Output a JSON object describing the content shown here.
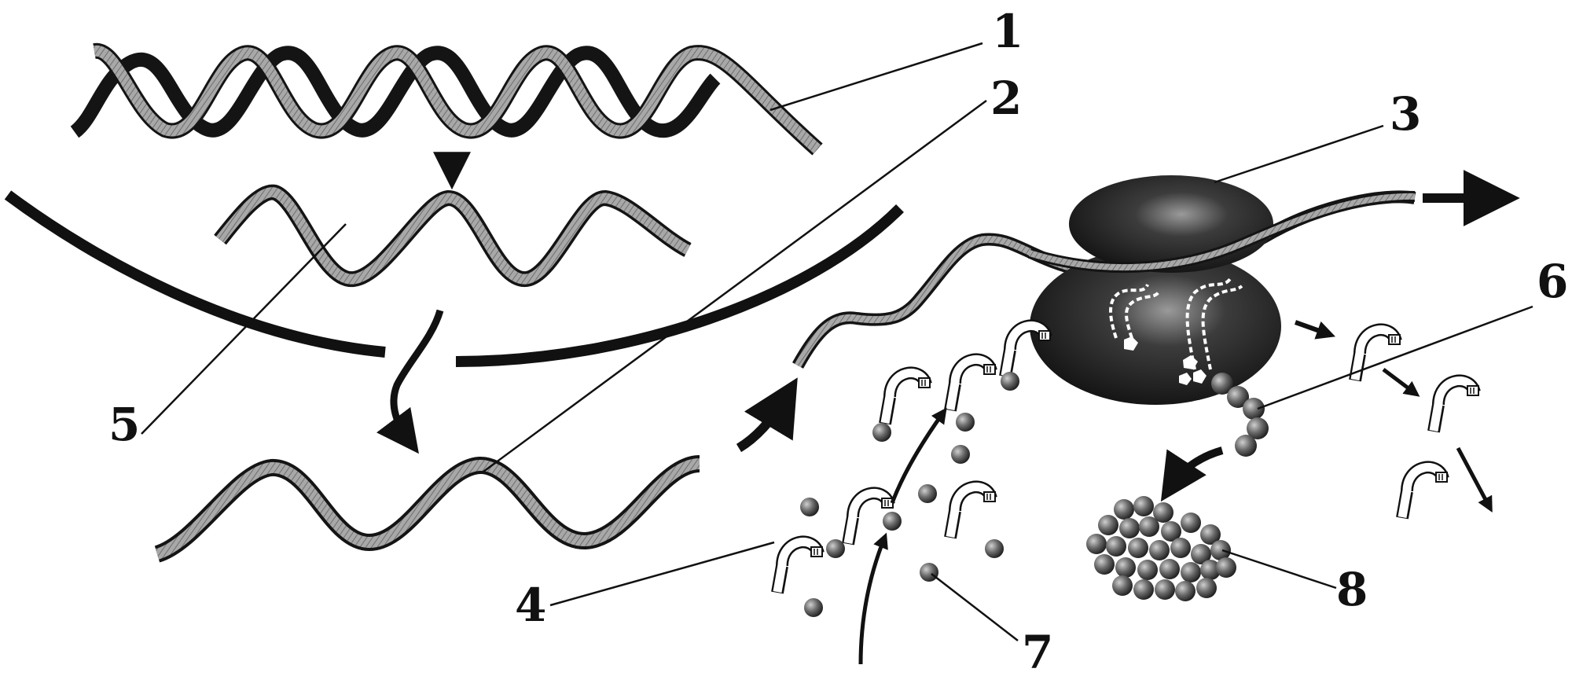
{
  "labels": {
    "l1": "1",
    "l2": "2",
    "l3": "3",
    "l4": "4",
    "l5": "5",
    "l6": "6",
    "l7": "7",
    "l8": "8"
  },
  "colors": {
    "ribbon_light": "#9a9a9a",
    "ribbon_dark": "#141414",
    "ink": "#111111",
    "ribosome": "#2a2a2a",
    "ball": "#5a5a5a"
  }
}
